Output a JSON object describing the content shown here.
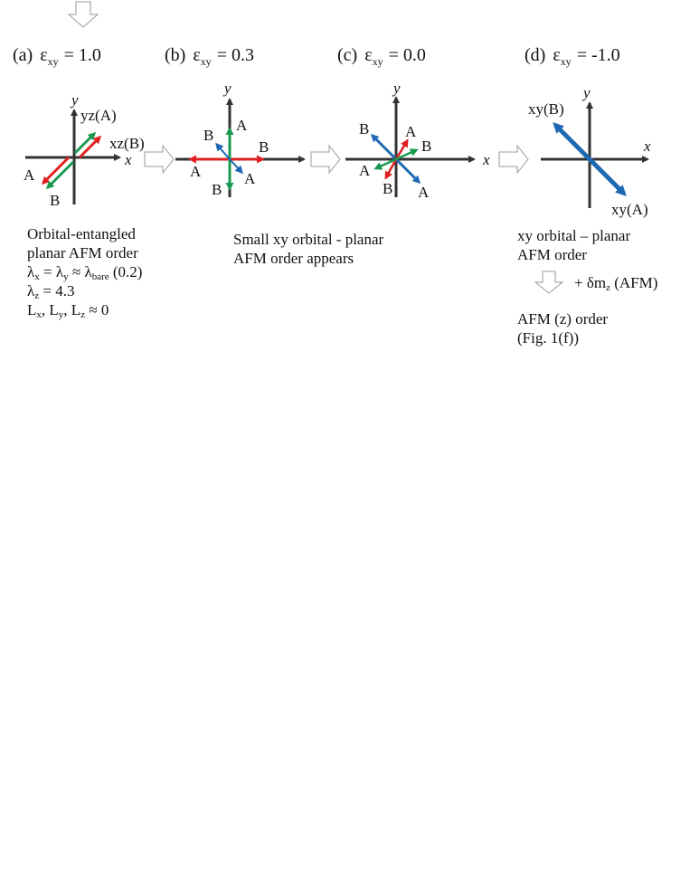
{
  "panels": [
    {
      "prefix": "(a)",
      "eps": "ε",
      "sub": "xy",
      "value": "= 1.0"
    },
    {
      "prefix": "(b)",
      "eps": "ε",
      "sub": "xy",
      "value": "= 0.3"
    },
    {
      "prefix": "(c)",
      "eps": "ε",
      "sub": "xy",
      "value": "= 0.0"
    },
    {
      "prefix": "(d)",
      "eps": "ε",
      "sub": "xy",
      "value": "= -1.0"
    }
  ],
  "axis": {
    "x": "x",
    "y": "y"
  },
  "labels": {
    "a": {
      "yzA": "yz(A)",
      "xzB": "xz(B)",
      "A": "A",
      "B": "B"
    },
    "b": {
      "A_top": "A",
      "B_upleft": "B",
      "B_right": "B",
      "A_left": "A",
      "A_lowright": "A",
      "B_bottom": "B"
    },
    "c": {
      "B_ul": "B",
      "A_top": "A",
      "B_right": "B",
      "A_left": "A",
      "B_bottom": "B",
      "A_lr": "A"
    },
    "d": {
      "xyB": "xy(B)",
      "xyA": "xy(A)"
    }
  },
  "descriptions": {
    "a": {
      "line1": "Orbital-entangled",
      "line2": "planar AFM order",
      "lam": "λ",
      "x": "x",
      "eq1": " = ",
      "y": "y",
      "approx": " ≈ ",
      "bare": "bare",
      "val": " (0.2)",
      "z": "z",
      "zval": " = 4.3",
      "L": "L",
      "Lsep": ", ",
      "Lend": " ≈ 0"
    },
    "b": {
      "line1": "Small xy orbital - planar",
      "line2": "AFM order appears"
    },
    "d": {
      "line1": "xy orbital – planar",
      "line2": "AFM order"
    },
    "delta": {
      "text": "+ δm",
      "sub": "z",
      "rest": " (AFM)"
    },
    "final": {
      "line1": "AFM (z) order",
      "line2": "(Fig. 1(f))"
    }
  },
  "colors": {
    "axis": "#333333",
    "red": "#e02020",
    "green": "#1a9a50",
    "blue": "#1f68b4",
    "arrow_outline": "#9a9a9a"
  }
}
